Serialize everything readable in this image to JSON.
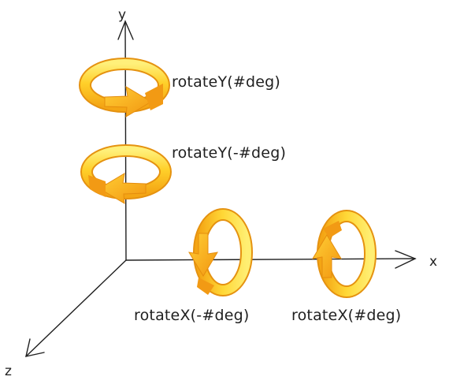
{
  "axes": {
    "y_label": "y",
    "x_label": "x",
    "z_label": "z"
  },
  "labels": {
    "rotate_y_pos": "rotateY(#deg)",
    "rotate_y_neg": "rotateY(-#deg)",
    "rotate_x_neg": "rotateX(-#deg)",
    "rotate_x_pos": "rotateX(#deg)"
  },
  "colors": {
    "ring_light": "#FFE35A",
    "ring_mid": "#FFC21F",
    "ring_dark": "#F09A12",
    "line": "#1f1f1f"
  },
  "icons": [
    "rotation-arrow-cw-horizontal-icon",
    "rotation-arrow-ccw-horizontal-icon",
    "rotation-arrow-down-vertical-icon",
    "rotation-arrow-up-vertical-icon"
  ]
}
